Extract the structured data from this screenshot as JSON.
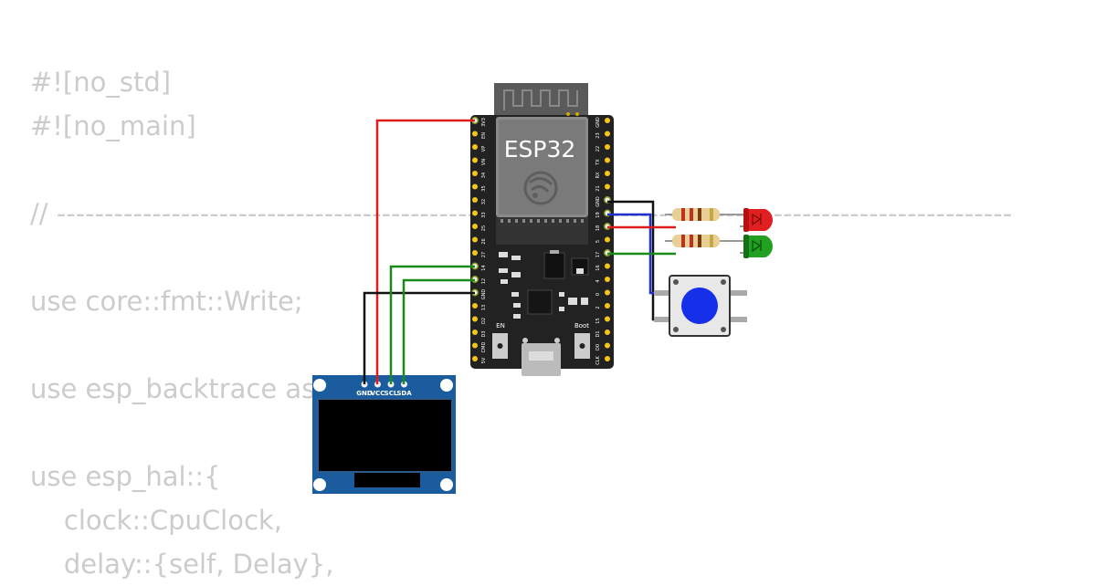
{
  "code_lines": [
    "#![no_std]",
    "#![no_main]",
    "",
    "// ----------------------------------------------------------------------------------------------------",
    "",
    "use core::fmt::Write;",
    "",
    "use esp_backtrace as _;",
    "",
    "use esp_hal::{",
    "    clock::CpuClock,",
    "    delay::{self, Delay},"
  ],
  "board": {
    "chip_label": "ESP32",
    "en_label": "EN",
    "boot_label": "Boot",
    "left_pins": [
      "3V3",
      "EN",
      "VP",
      "VN",
      "34",
      "35",
      "32",
      "33",
      "25",
      "26",
      "27",
      "14",
      "12",
      "GND",
      "13",
      "D2",
      "D3",
      "CMD",
      "5V"
    ],
    "right_pins": [
      "GND",
      "23",
      "22",
      "TX",
      "RX",
      "21",
      "GND",
      "19",
      "18",
      "5",
      "17",
      "16",
      "4",
      "0",
      "2",
      "15",
      "D1",
      "D0",
      "CLK"
    ]
  },
  "oled": {
    "pins": [
      "GND",
      "VCC",
      "SCL",
      "SDA"
    ]
  },
  "colors": {
    "wire_red": "#e01b1b",
    "wire_green": "#1a8a1a",
    "wire_blue": "#1f2fd0",
    "wire_black": "#111111",
    "led_red": "#e02020",
    "led_green": "#22a022",
    "button_cap": "#1530e8",
    "board": "#222222",
    "oled_pcb": "#1b5c9e",
    "code_text": "#cccccc"
  }
}
